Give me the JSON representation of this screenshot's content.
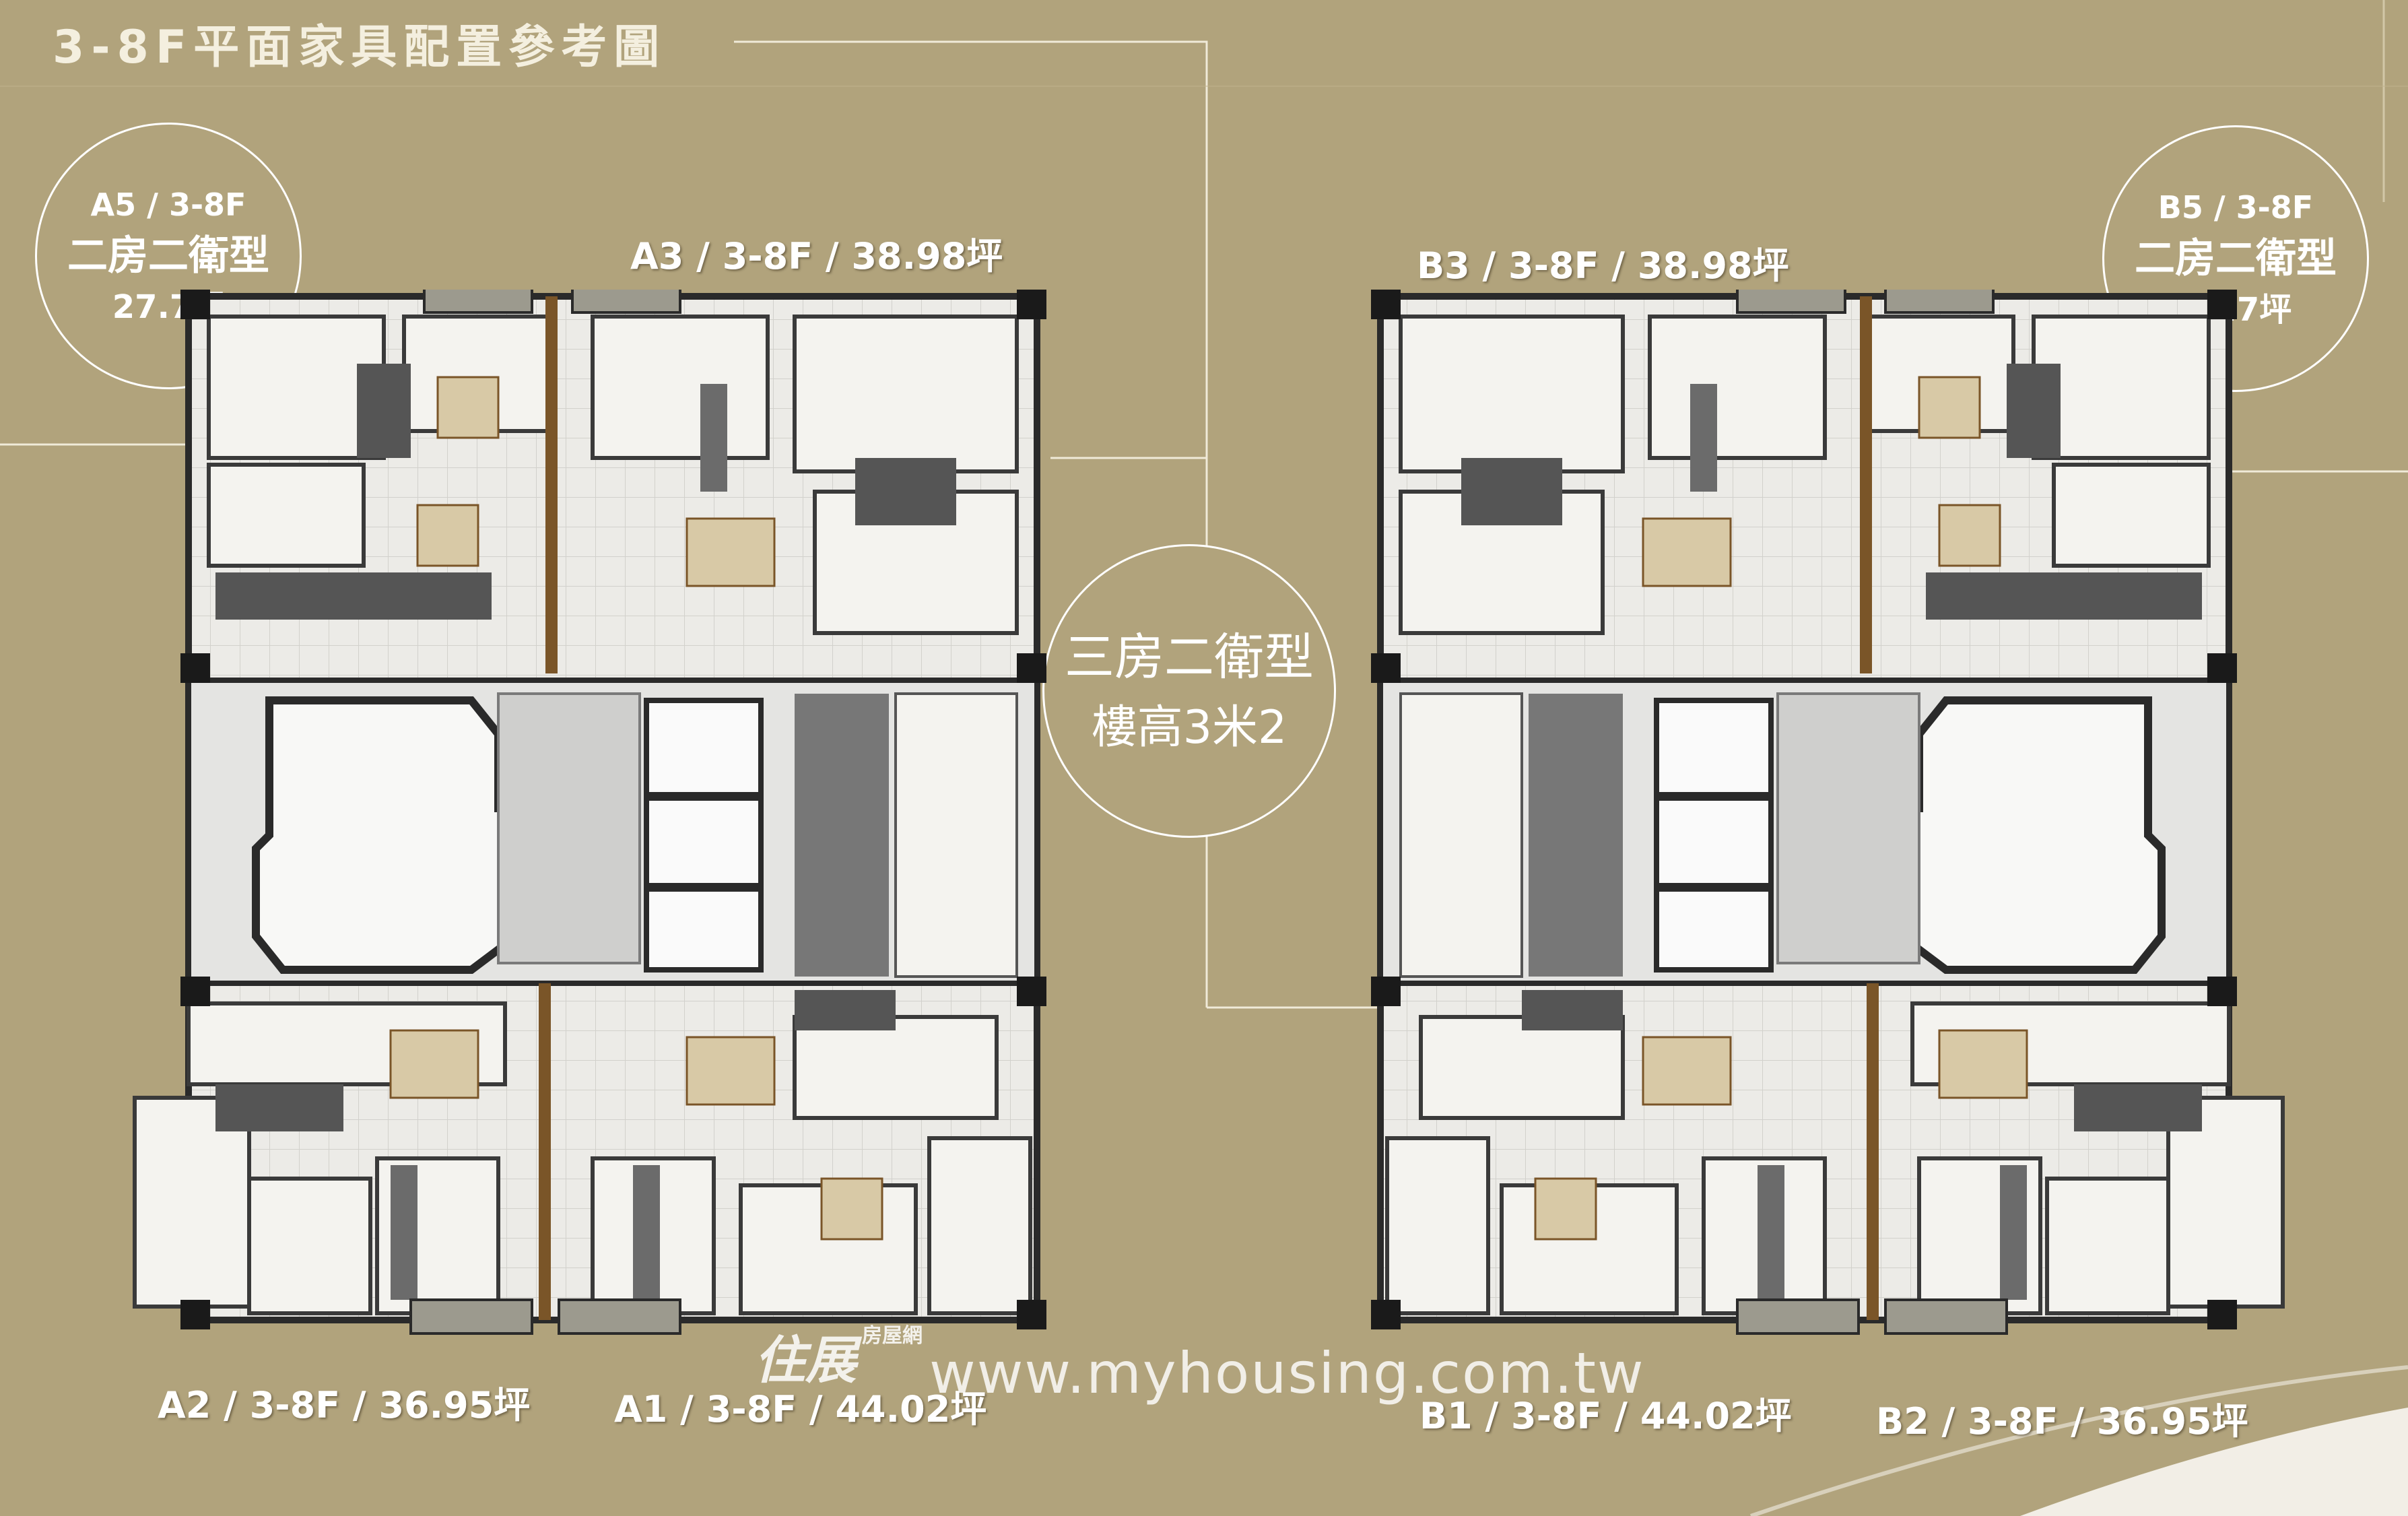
{
  "title": "3-8F平面家具配置參考圖",
  "units": {
    "a5": {
      "l1": "A5 / 3-8F",
      "l2": "二房二衛型",
      "l3": "27.7坪"
    },
    "b5": {
      "l1": "B5 / 3-8F",
      "l2": "二房二衛型",
      "l3": "27.7坪"
    },
    "a3": "A3 / 3-8F / 38.98坪",
    "b3": "B3 / 3-8F / 38.98坪",
    "a2": "A2 / 3-8F / 36.95坪",
    "a1": "A1 / 3-8F / 44.02坪",
    "b1": "B1 / 3-8F / 44.02坪",
    "b2": "B2 / 3-8F / 36.95坪"
  },
  "center": {
    "line1": "三房二衛型",
    "line2": "樓高3米2"
  },
  "watermark": {
    "logo": "住展",
    "logo_sub": "房屋網",
    "url": "www.myhousing.com.tw"
  },
  "colors": {
    "background": "#b1a37c",
    "accent_line": "#ffffff",
    "wall": "#2a2a2a",
    "floor": "#e9e9e6",
    "wood": "#7a5528"
  }
}
